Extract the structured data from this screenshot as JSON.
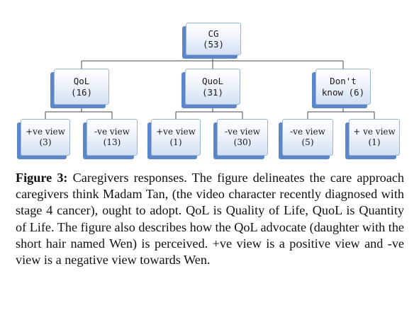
{
  "diagram": {
    "root": {
      "label": "CG",
      "count": "(53)"
    },
    "groups": [
      {
        "label": "QoL",
        "count": "(16)",
        "children": [
          {
            "label": "+ve view",
            "count": "(3)"
          },
          {
            "label": "-ve view",
            "count": "(13)"
          }
        ]
      },
      {
        "label": "QuoL",
        "count": "(31)",
        "children": [
          {
            "label": "+ve view",
            "count": "(1)"
          },
          {
            "label": "-ve view",
            "count": "(30)"
          }
        ]
      },
      {
        "label": "Don't",
        "label2": "know (6)",
        "count": "",
        "children": [
          {
            "label": "-ve view",
            "count": "(5)"
          },
          {
            "label": "+ ve view",
            "count": "(1)"
          }
        ]
      }
    ]
  },
  "caption": {
    "label": "Figure 3:",
    "text": " Caregivers responses. The figure delineates the care approach caregivers think Madam Tan, (the video character recently diagnosed with stage 4 cancer), ought to adopt. QoL is Quality of Life, QuoL is Quantity of Life. The figure also describes how the QoL advocate (daughter with the short hair named Wen) is perceived. +ve view is a positive view and -ve view is a negative view towards Wen."
  }
}
